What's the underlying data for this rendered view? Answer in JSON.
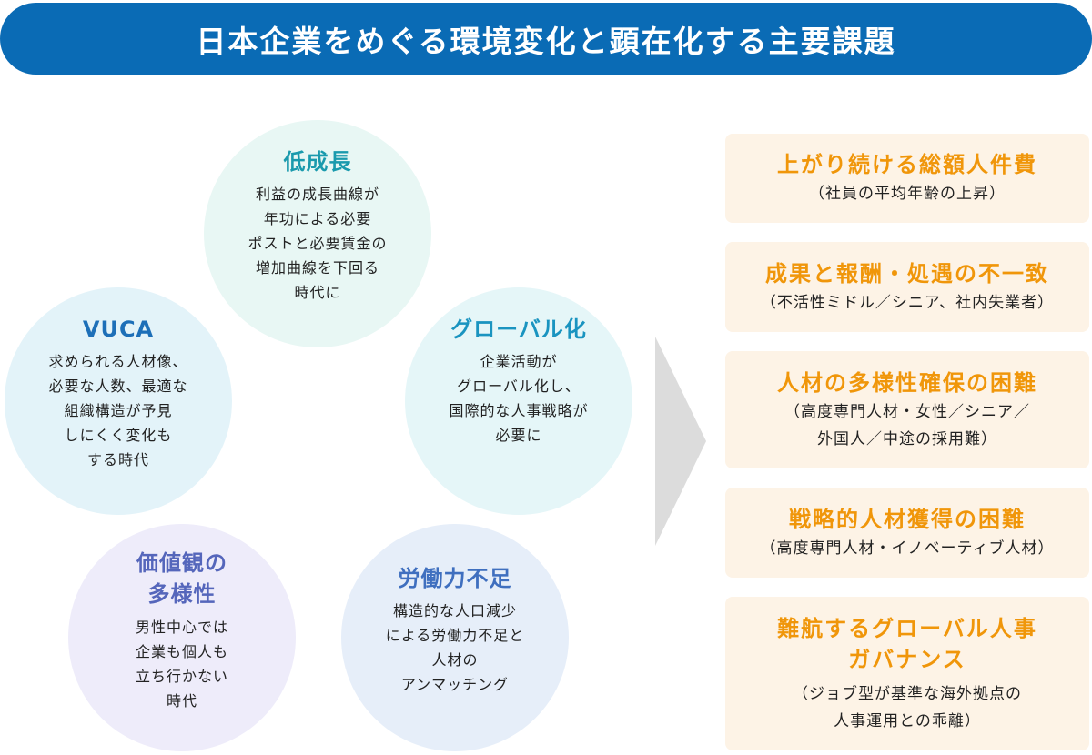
{
  "title": "日本企業をめぐる環境変化と顕在化する主要課題",
  "circles": [
    {
      "title": "低成長",
      "body": "利益の成長曲線が\n年功による必要\nポストと必要賃金の\n増加曲線を下回る\n時代に",
      "color": "#1a9aad",
      "bg": "#e8f7f4"
    },
    {
      "title": "VUCA",
      "body": "求められる人材像、\n必要な人数、最適な\n組織構造が予見\nしにくく変化も\nする時代",
      "color": "#1d6fb8",
      "bg": "#e3f3f9"
    },
    {
      "title": "グローバル化",
      "body": "企業活動が\nグローバル化し、\n国際的な人事戦略が\n必要に",
      "color": "#1a94c0",
      "bg": "#e5f6f8"
    },
    {
      "title": "価値観の\n多様性",
      "body": "男性中心では\n企業も個人も\n立ち行かない\n時代",
      "color": "#5566bb",
      "bg": "#eeecfa"
    },
    {
      "title": "労働力不足",
      "body": "構造的な人口減少\nによる労働力不足と\n人材の\nアンマッチング",
      "color": "#3f6fbf",
      "bg": "#e6eef9"
    }
  ],
  "issues": [
    {
      "title": "上がり続ける総額人件費",
      "sub": "（社員の平均年齢の上昇）"
    },
    {
      "title": "成果と報酬・処遇の不一致",
      "sub": "（不活性ミドル／シニア、社内失業者）"
    },
    {
      "title": "人材の多様性確保の困難",
      "sub": "（高度専門人材・女性／シニア／\n外国人／中途の採用難）"
    },
    {
      "title": "戦略的人材獲得の困難",
      "sub": "（高度専門人材・イノベーティブ人材）"
    },
    {
      "title": "難航するグローバル人事\nガバナンス",
      "sub": "（ジョブ型が基準な海外拠点の\n人事運用との乖離）"
    }
  ]
}
